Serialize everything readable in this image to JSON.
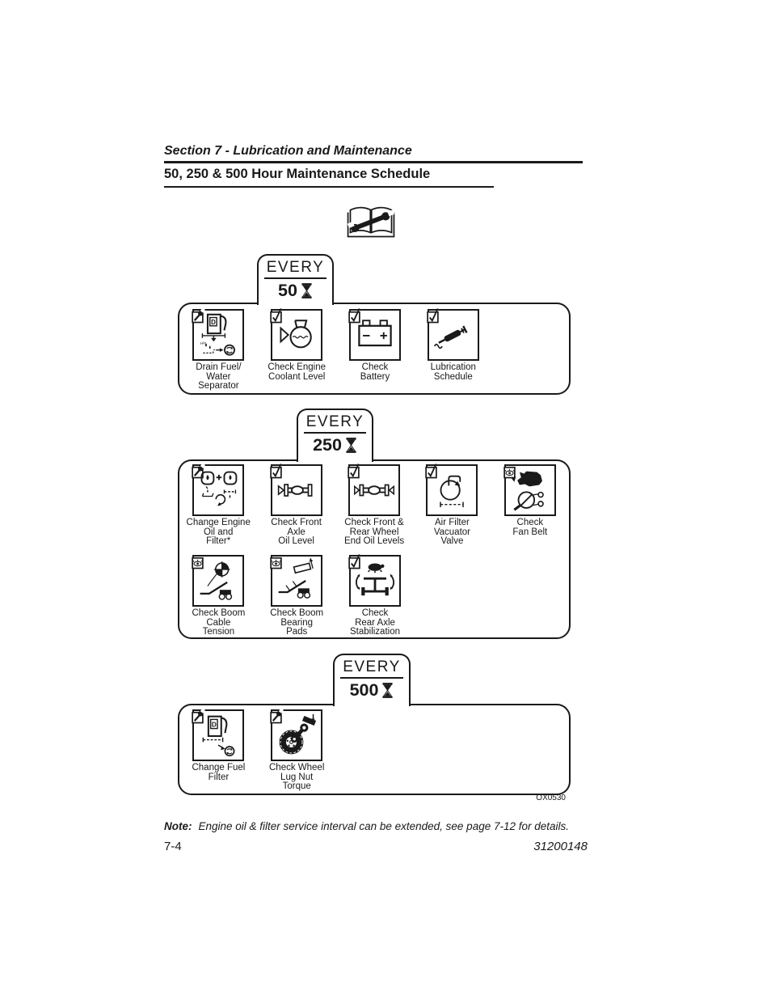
{
  "page": {
    "background": "#ffffff",
    "ink_color": "#1a1a1a",
    "section_title": "Section 7 - Lubrication and Maintenance",
    "page_title": "50, 250 & 500 Hour Maintenance Schedule",
    "header_icon": "service-manual-book-wrench-icon",
    "figure_code": "OX0530",
    "note_label": "Note:",
    "note_text": "Engine oil & filter service interval can be extended, see page 7-12 for details.",
    "page_number": "7-4",
    "document_number": "31200148"
  },
  "schedule": {
    "interval_unit_icon": "hourglass-icon",
    "groups": [
      {
        "interval_label": "EVERY",
        "hours": "50",
        "rows": [
          [
            {
              "label": "Drain Fuel/\nWater\nSeparator",
              "icon": "fuel-water-separator-icon",
              "badge": "wrench"
            },
            {
              "label": "Check Engine\nCoolant Level",
              "icon": "engine-coolant-level-icon",
              "badge": "check"
            },
            {
              "label": "Check\nBattery",
              "icon": "battery-icon",
              "badge": "check"
            },
            {
              "label": "Lubrication\nSchedule",
              "icon": "grease-gun-icon",
              "badge": "check"
            }
          ]
        ]
      },
      {
        "interval_label": "EVERY",
        "hours": "250",
        "rows": [
          [
            {
              "label": "Change Engine\nOil and\nFilter*",
              "icon": "engine-oil-filter-icon",
              "badge": "wrench"
            },
            {
              "label": "Check Front\nAxle\nOil Level",
              "icon": "front-axle-oil-icon",
              "badge": "check"
            },
            {
              "label": "Check Front &\nRear Wheel\nEnd Oil Levels",
              "icon": "wheel-end-oil-icon",
              "badge": "check"
            },
            {
              "label": "Air Filter\nVacuator\nValve",
              "icon": "air-filter-vacuator-icon",
              "badge": "check"
            },
            {
              "label": "Check\nFan Belt",
              "icon": "fan-belt-icon",
              "badge": "eye"
            }
          ],
          [
            {
              "label": "Check Boom\nCable\nTension",
              "icon": "boom-cable-tension-icon",
              "badge": "eye"
            },
            {
              "label": "Check Boom\nBearing\nPads",
              "icon": "boom-bearing-pads-icon",
              "badge": "eye"
            },
            {
              "label": "Check\nRear Axle\nStabilization",
              "icon": "rear-axle-stabilization-icon",
              "badge": "check"
            }
          ]
        ]
      },
      {
        "interval_label": "EVERY",
        "hours": "500",
        "rows": [
          [
            {
              "label": "Change Fuel\nFilter",
              "icon": "fuel-filter-icon",
              "badge": "wrench"
            },
            {
              "label": "Check Wheel\nLug Nut\nTorque",
              "icon": "wheel-lug-nut-torque-icon",
              "badge": "wrench"
            }
          ]
        ]
      }
    ]
  }
}
